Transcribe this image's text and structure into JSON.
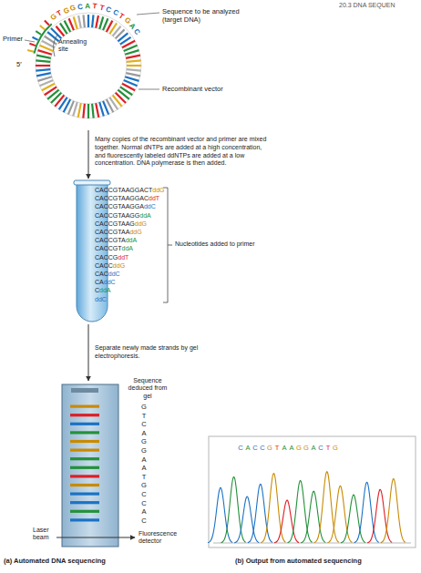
{
  "diagram": {
    "labels": [
      "20.3 DNA SEQUEN",
      "Primer",
      "5′",
      "Annealing site",
      "Sequence to be analyzed (target DNA)",
      "Recombinant vector",
      "G",
      "T",
      "G",
      "G",
      "C",
      "A",
      "T",
      "T",
      "C",
      "C",
      "T",
      "G",
      "A",
      "C",
      "Many copies of the recombinant vector and primer are mixed together. Normal dNTPs are added at a high concentration, and fluorescently labeled ddNTPs are added at a low concentration. DNA polymerase is then added.",
      "CACCGTAAGGACT",
      "ddG",
      "CACCGTAAGGAC",
      "ddT",
      "CACCGTAAGGA",
      "ddC",
      "CACCGTAAGG",
      "ddA",
      "CACCGTAAG",
      "ddG",
      "CACCGTAA",
      "ddG",
      "CACCGTA",
      "ddA",
      "CACCGT",
      "ddA",
      "CACCG",
      "ddT",
      "CACC",
      "ddG",
      "CAC",
      "ddC",
      "CA",
      "ddC",
      "C",
      "ddA",
      "ddC",
      "Nucleotides added to primer",
      "Separate newly made strands by gel electrophoresis.",
      "Sequence deduced from gel",
      "G",
      "T",
      "C",
      "A",
      "G",
      "G",
      "A",
      "A",
      "T",
      "G",
      "C",
      "C",
      "A",
      "C",
      "Laser beam",
      "Fluorescence detector",
      "C",
      "A",
      "C",
      "C",
      "G",
      "T",
      "A",
      "A",
      "G",
      "G",
      "A",
      "C",
      "T",
      "G",
      "(a) Automated DNA sequencing",
      "(b) Output from automated sequencing"
    ]
  }
}
